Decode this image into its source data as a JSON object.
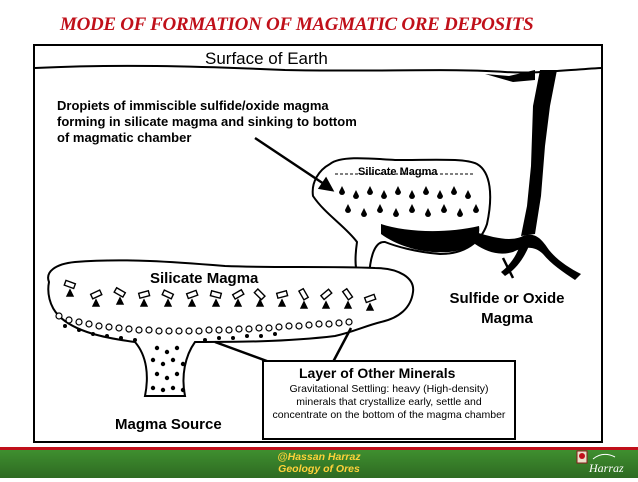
{
  "title": "MODE OF FORMATION OF MAGMATIC ORE  DEPOSITS",
  "diagram": {
    "surface_label": "Surface of Earth",
    "droplets_label": "Dropiets of immiscible sulfide/oxide magma forming in silicate magma and sinking to bottom of magmatic chamber",
    "silicate_upper_label": "Silicate Magma",
    "silicate_lower_label": "Silicate  Magma",
    "sulfide_label": "Sulfide or Oxide Magma",
    "source_label": "Magma Source",
    "minerals_box": {
      "title": "Layer of Other Minerals",
      "description": "Gravitational Settling: heavy (High-density) minerals that crystallize early, settle and concentrate on the bottom of the magma chamber"
    }
  },
  "footer": {
    "credit_line1": "@Hassan Harraz",
    "credit_line2": "Geology of Ores",
    "logo_text": "Harraz"
  },
  "colors": {
    "title": "#c0101a",
    "footer_band": "#3f8f2f",
    "footer_line": "#c0101a",
    "credit_text": "#ffd23a"
  }
}
